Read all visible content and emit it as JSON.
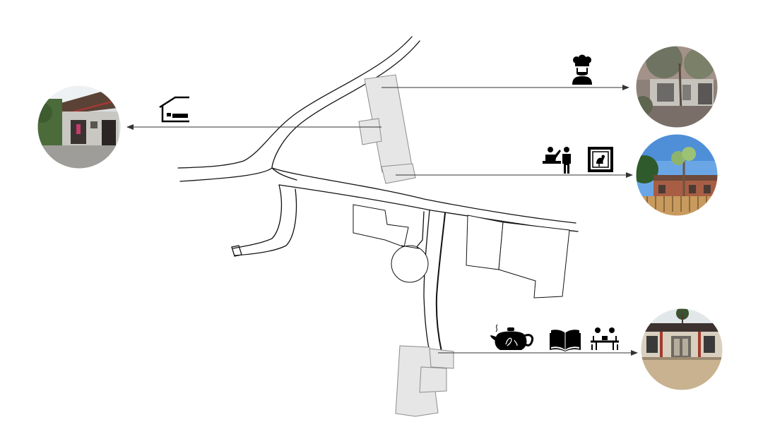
{
  "diagram": {
    "nodes": [
      {
        "id": "accommodation",
        "icons": [
          "bed-icon"
        ],
        "photo": "village-courtyard-house-photo"
      },
      {
        "id": "dining",
        "icons": [
          "chef-icon"
        ],
        "photo": "tree-shaded-house-photo"
      },
      {
        "id": "exhibition",
        "icons": [
          "presentation-icon",
          "framed-picture-icon"
        ],
        "photo": "brick-house-with-tree-photo"
      },
      {
        "id": "teahouse-reading",
        "icons": [
          "teapot-icon",
          "open-book-icon",
          "meeting-table-icon"
        ],
        "photo": "courtyard-hall-photo"
      }
    ],
    "colors": {
      "road": "#000000",
      "building_fill": "#e6e6e6",
      "building_stroke": "#8c8c8c",
      "arrow": "#333333"
    }
  }
}
